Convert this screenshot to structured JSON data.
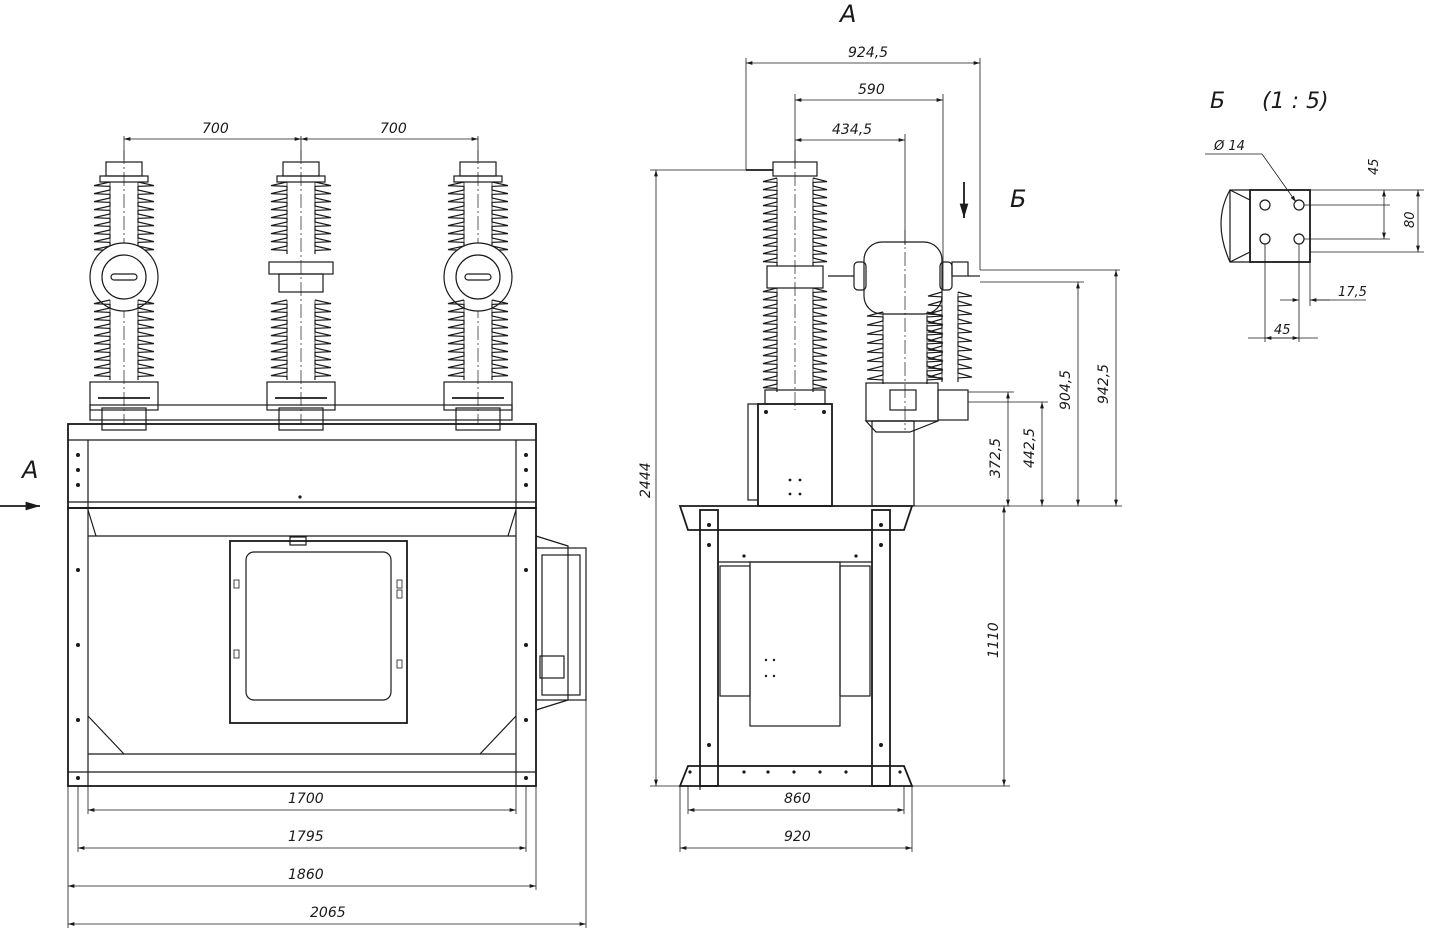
{
  "views": {
    "front": {
      "arrow_label": "А",
      "pitch_left": "700",
      "pitch_right": "700",
      "dims_bottom": [
        "1700",
        "1795",
        "1860",
        "2065"
      ]
    },
    "side": {
      "view_label": "А",
      "top_dims": [
        "924,5",
        "590",
        "434,5"
      ],
      "detail_arrow_label": "Б",
      "height_total": "2444",
      "height_frame": "1110",
      "bottom_dims": [
        "860",
        "920"
      ],
      "right_dims": [
        "372,5",
        "442,5",
        "904,5",
        "942,5"
      ]
    },
    "detail": {
      "title_letter": "Б",
      "title_scale": "(1 : 5)",
      "hole_dia": "Ø 14",
      "dim_45_top": "45",
      "dim_80": "80",
      "dim_17_5": "17,5",
      "dim_45_bottom": "45"
    }
  }
}
